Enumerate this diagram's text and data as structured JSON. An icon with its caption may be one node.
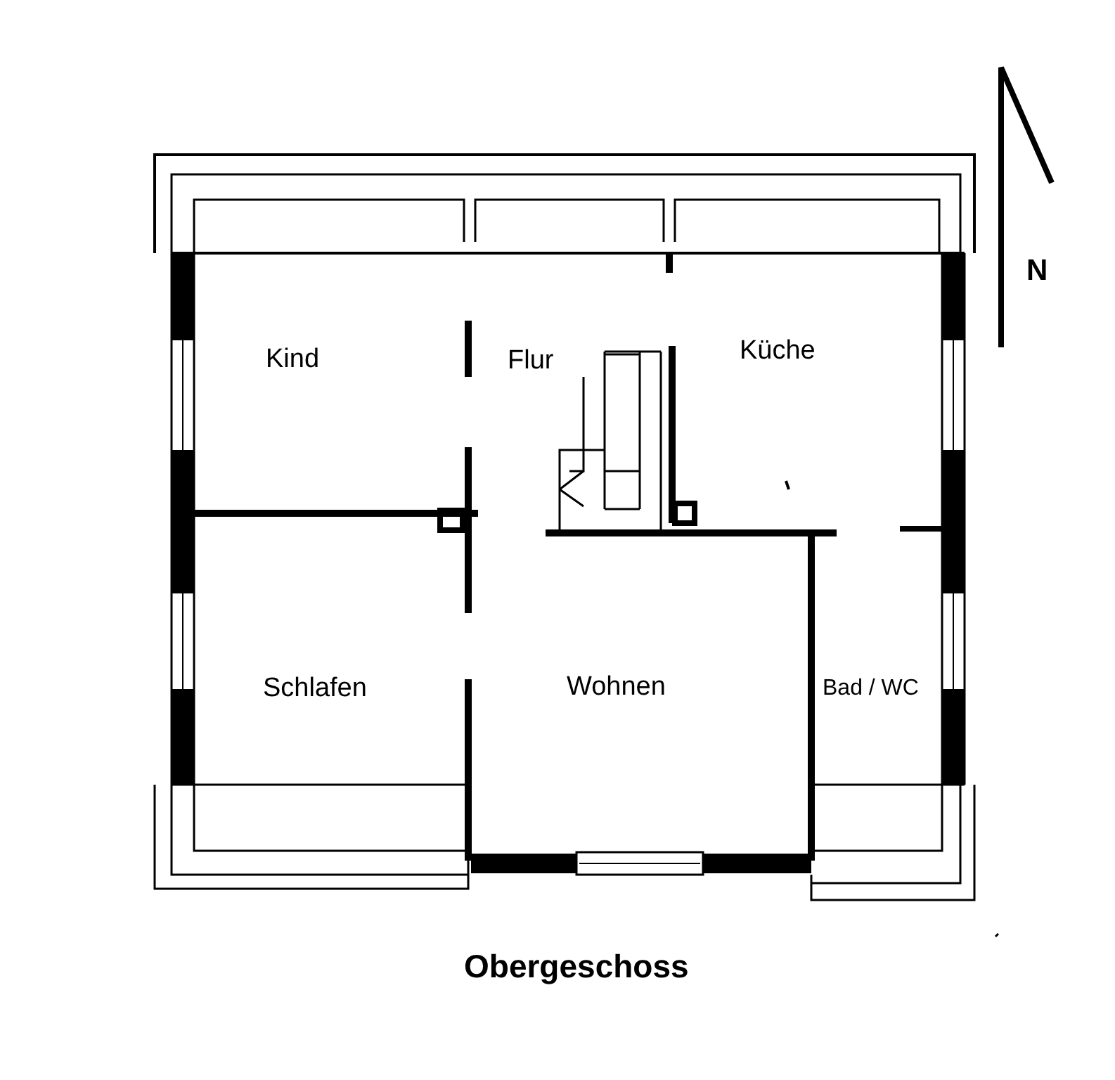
{
  "diagram": {
    "caption": "Obergeschoss",
    "labels": [
      "N",
      "Kind",
      "Flur",
      "Küche",
      "Schlafen",
      "Wohnen",
      "Bad / WC"
    ]
  }
}
